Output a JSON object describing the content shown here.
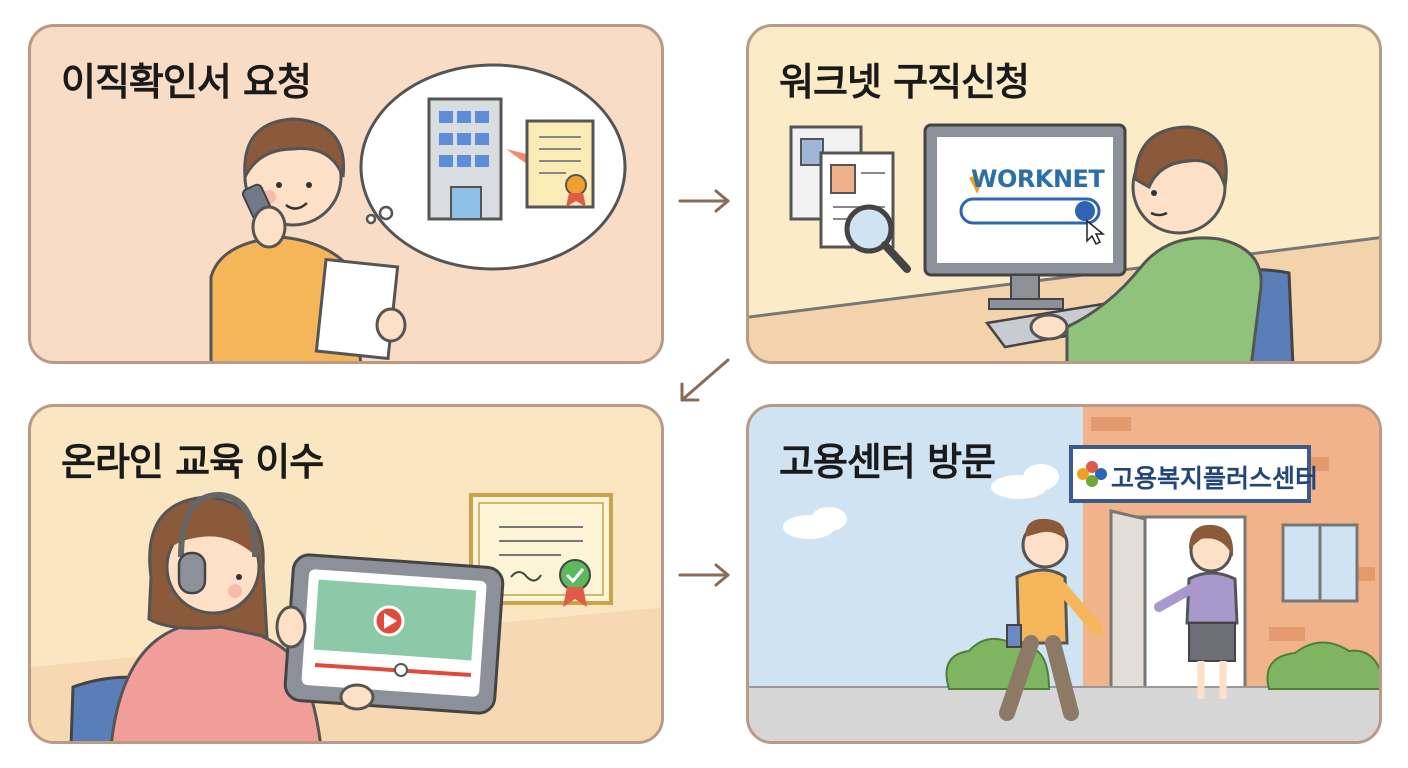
{
  "steps": [
    {
      "title": "이직확인서 요청"
    },
    {
      "title": "워크넷 구직신청"
    },
    {
      "title": "온라인 교육 이수"
    },
    {
      "title": "고용센터 방문"
    }
  ],
  "worknet": {
    "logo_text": "WORKNET"
  },
  "center": {
    "sign_text": "고용복지플러스센터"
  },
  "colors": {
    "panel1_bg": "#f9dcc6",
    "panel2_bg": "#fbecc7",
    "panel3_bg": "#fbe6c2",
    "panel4_sky": "#cfe3f3",
    "border": "#b89a86",
    "arrow": "#8a6b5a",
    "worknet_green": "#6aaa3a",
    "sign_blue": "#23467a"
  },
  "icons": [
    "building-icon",
    "certificate-icon",
    "document-icon",
    "magnifier-icon",
    "search-icon",
    "cursor-icon",
    "play-icon",
    "headphones-icon",
    "check-seal-icon",
    "cloud-icon",
    "logo-icon"
  ]
}
